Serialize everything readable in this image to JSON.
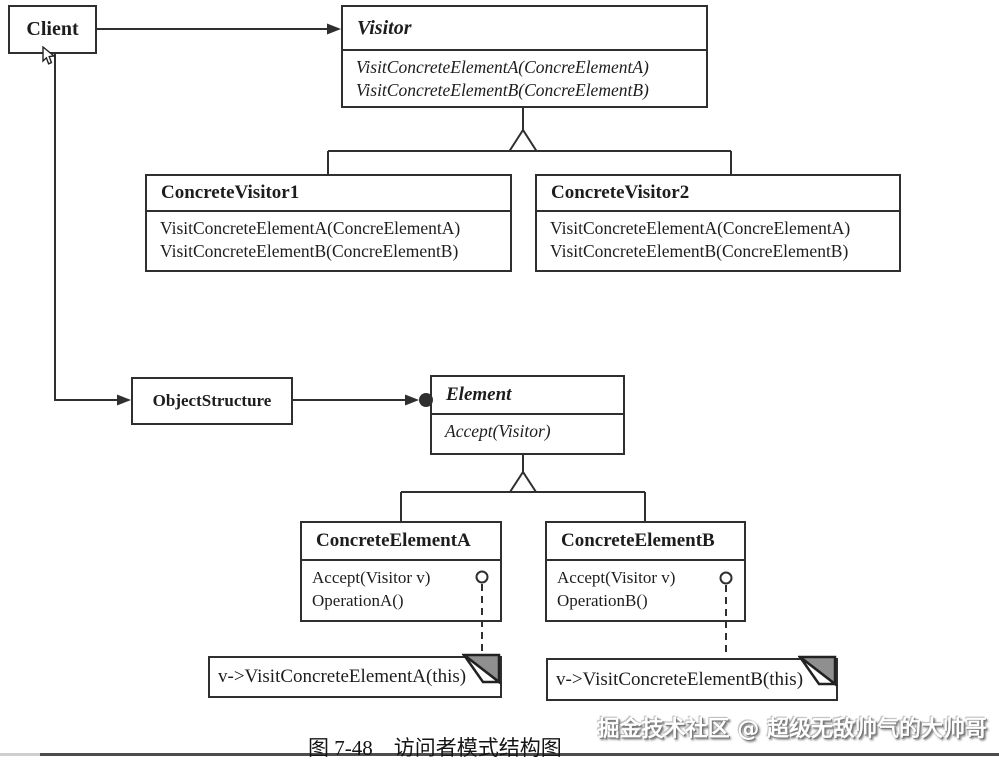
{
  "diagram": {
    "classes": {
      "client": {
        "name": "Client"
      },
      "visitor": {
        "name": "Visitor",
        "methods": [
          "VisitConcreteElementA(ConcreElementA)",
          "VisitConcreteElementB(ConcreElementB)"
        ]
      },
      "concrete_visitor_1": {
        "name": "ConcreteVisitor1",
        "methods": [
          "VisitConcreteElementA(ConcreElementA)",
          "VisitConcreteElementB(ConcreElementB)"
        ]
      },
      "concrete_visitor_2": {
        "name": "ConcreteVisitor2",
        "methods": [
          "VisitConcreteElementA(ConcreElementA)",
          "VisitConcreteElementB(ConcreElementB)"
        ]
      },
      "object_structure": {
        "name": "ObjectStructure"
      },
      "element": {
        "name": "Element",
        "methods": [
          "Accept(Visitor)"
        ]
      },
      "concrete_element_a": {
        "name": "ConcreteElementA",
        "methods": [
          "Accept(Visitor v)",
          "OperationA()"
        ]
      },
      "concrete_element_b": {
        "name": "ConcreteElementB",
        "methods": [
          "Accept(Visitor v)",
          "OperationB()"
        ]
      }
    },
    "notes": {
      "note_a": "v->VisitConcreteElementA(this)",
      "note_b": "v->VisitConcreteElementB(this)"
    },
    "caption": "图 7-48　访问者模式结构图",
    "watermark": "掘金技术社区 @ 超级无敌帅气的大帅哥",
    "colors": {
      "line": "#2f2f2f",
      "fold_gray": "#8f8f8f",
      "background": "#ffffff"
    }
  }
}
